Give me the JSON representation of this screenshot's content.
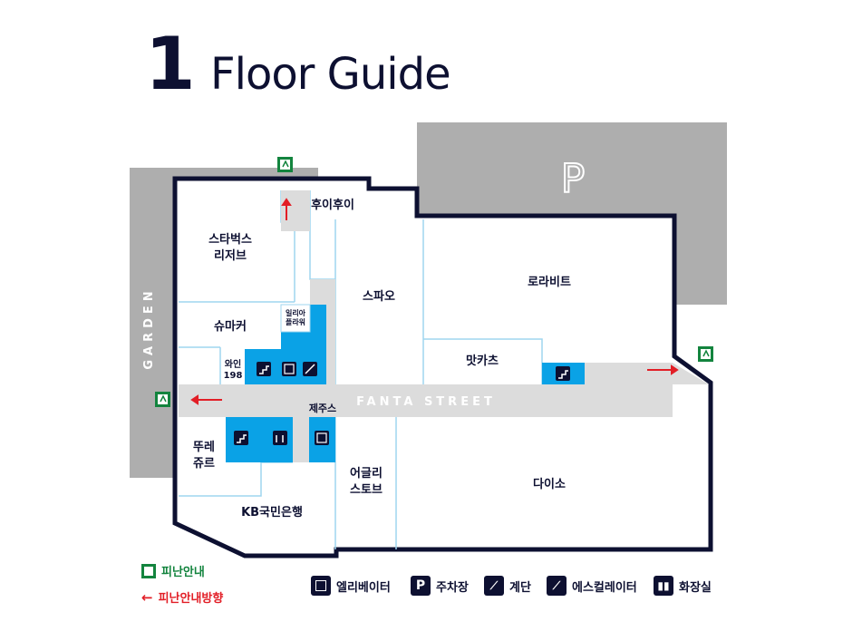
{
  "title": {
    "number": "1",
    "text": "Floor Guide"
  },
  "garden_label": "GARDEN",
  "parking_label": "P",
  "street_label": "FANTA STREET",
  "stores": {
    "huihui": "후이후이",
    "starbucks_1": "스타벅스",
    "starbucks_2": "리저브",
    "spao": "스파오",
    "lorabit": "로라비트",
    "shumaker": "슈마커",
    "illria_1": "일리아",
    "illria_2": "플라워",
    "wine_1": "와인",
    "wine_2": "198",
    "matcha": "맛카츠",
    "jejus": "제주스",
    "tous_1": "뚜레",
    "tous_2": "쥬르",
    "ugly_1": "어글리",
    "ugly_2": "스토브",
    "daiso": "다이소",
    "kb": "KB국민은행"
  },
  "legend": {
    "exit": "피난안내",
    "exit_dir": "피난안내방향",
    "elevator": "엘리베이터",
    "parking": "주차장",
    "stairs": "계단",
    "escalator": "에스컬레이터",
    "restroom": "화장실"
  },
  "colors": {
    "navy": "#0d1031",
    "street": "#dcdcdc",
    "gray": "#aeaeae",
    "blue": "#0aa2e6",
    "green": "#13843e",
    "red": "#e21e26",
    "light_blue": "#9fd5ef"
  }
}
